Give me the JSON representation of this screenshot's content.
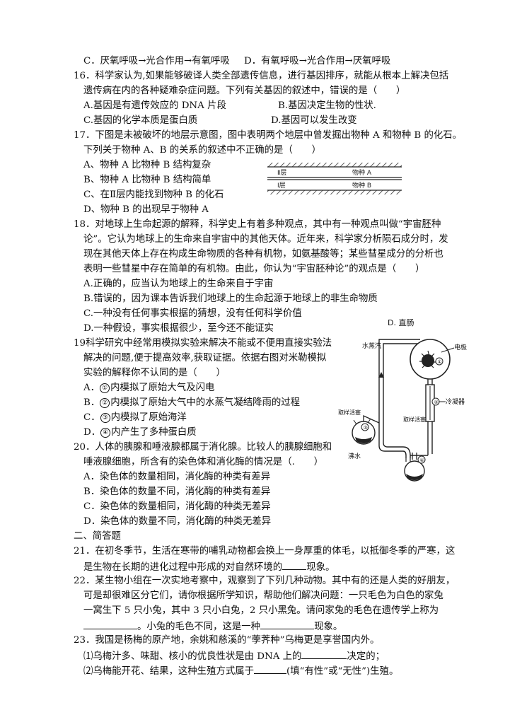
{
  "q15": {
    "c": "C．厌氧呼吸→光合作用→有氧呼吸",
    "d": "D．有氧呼吸→光合作用→厌氧呼吸"
  },
  "q16": {
    "stem1": "16．科学家认为,如果能够破译人类全部遗传信息，进行基因排序，就能从根本上解决包括",
    "stem2": "遗传病在内的各种疑难杂症问题。下列有关基因的叙述中，错误的是（　　）",
    "a": "A.基因是有遗传效应的 DNA 片段",
    "b": "B.基因决定生物的性状.",
    "c": "C.基因的化学本质是蛋白质",
    "d": "D.基因可以发生改变"
  },
  "q17": {
    "stem1": "17．下图是未被破坏的地层示意图，图中表明两个地层中曾发掘出物种 A 和物种 B 的化石。",
    "stem2": "下列关于物种 A、B 的关系的叙述中不正确的是（　　）",
    "a": "A、物种 A 比物种 B 结构复杂",
    "b": "B、物种 A 比物种 B 结构简单",
    "c": "C、在Ⅱ层内能找到物种 B 的化石",
    "d": "D、物种 B 的出现早于物种 A",
    "layer2": "Ⅱ层",
    "layer1": "Ⅰ层",
    "species_a": "物种 A",
    "species_b": "物种 B"
  },
  "q18": {
    "stem1": "18．对地球上生命起源的解释，科学史上有着多种观点，其中有一种观点叫做“宇宙胚种",
    "stem2": "论”。它认为地球上的生命来自宇宙中的其他天体。近年来，科学家分析陨石成分时，发",
    "stem3": "现在其他天体上存在构成生命物质的各种有机物，如氨基酸等；某些彗星成分的分析也",
    "stem4": "表明一些彗星中存在简单的有机物。由此，你认为“宇宙胚种论”的观点是（　　）",
    "a": "A.正确的，应当认为地球上的生命来自于宇宙",
    "b": "B.错误的，因为课本告诉我们地球上的生命起源于地球上的非生命物质",
    "c": "C.一种没有任何事实根据的猜想，没有任何科学价值",
    "d": "D.一种假设，事实根据很少，至今还不能证实"
  },
  "q19": {
    "stem1": "19科学研究中经常用模拟实验来解决不能或不便用直接实验法",
    "stem2": "解决的问题,便于提高效率,获取证据。依据右图对米勒模拟",
    "stem3": "实验的解释你不认同的是（　　）",
    "a_pre": "A．",
    "a": "内模拟了原始大气及闪电",
    "b_pre": "B．",
    "b": "内模拟了原始大气中的水蒸气凝结降雨的过程",
    "c_pre": "C．",
    "c": "内模拟了原始海洋",
    "d_pre": "D．",
    "d": "内产生了多种蛋白质",
    "n1": "①",
    "n2": "②",
    "n3": "③",
    "n4": "④"
  },
  "apparatus": {
    "header": "D. 直肠",
    "steam": "水蒸汽",
    "electrode": "电极",
    "condenser": "冷凝器",
    "valve_left": "取样活塞",
    "valve_right": "取样活塞",
    "boiling": "沸水",
    "n1": "①",
    "n2": "②",
    "n3": "③",
    "n4": "④"
  },
  "q20": {
    "stem1": "20．人体的胰腺和唾液腺都属于消化腺。比较人的胰腺细胞和",
    "stem2": "唾液腺细胞，所含有的染色体和消化酶的情况是（.　　）",
    "a": "A．染色体的数量相同，消化酶的种类有差异",
    "b": "B．染色体的数量不同，消化酶的种类有差异",
    "c": "C．染色体的数量相同，消化酶的种类无差异",
    "d": "D．染色体的数量不同，消化酶的种类无差异"
  },
  "section2": "二、简答题",
  "q21": {
    "l1": "21．在初冬季节，生活在寒带的哺乳动物都会换上一身厚重的体毛，以抵御冬季的严寒，这",
    "l2a": "是生物在长期的进化过程中形成的对自然环境的",
    "l2b": "现象。"
  },
  "q22": {
    "l1": "22．某生物小组在一次实地考察中，观察到了下列几种动物。其中有的还是人类的好朋友，",
    "l2": "可是却很难区分它们，请你根据所学知识，帮助他们解决问题：一只毛色为白色的家兔",
    "l3": "一窝生下 5 只小兔，其中 3 只小白兔，2 只小黑兔。请问家兔的毛色在遗传学上称为",
    "l4a": "。小兔的毛色不同，这是一种",
    "l4b": "现象。"
  },
  "q23": {
    "l1": "23．我国是杨梅的原产地，余姚和慈溪的“荸荠种”乌梅更是享誉国内外。",
    "l2a": "⑴乌梅汁多、味甜、核小的优良性状是由 DNA 上的",
    "l2b": "决定的；",
    "l3a": "⑵乌梅能开花、结果，这种生殖方式属于",
    "l3b": "(填“有性”或“无性”)生殖。"
  }
}
